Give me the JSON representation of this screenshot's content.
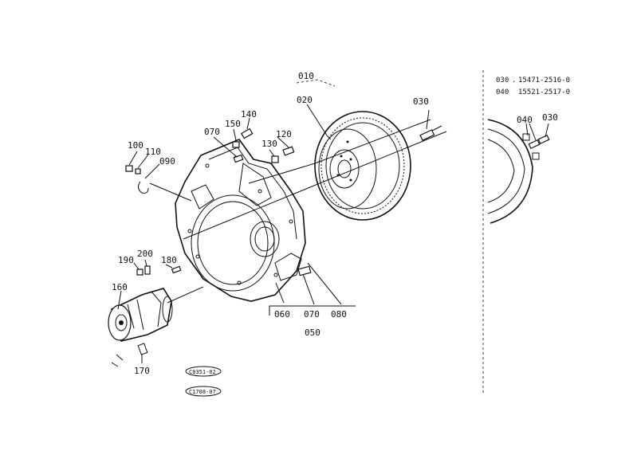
{
  "parts": {
    "p010": "010",
    "p020": "020",
    "p030": "030",
    "p050": "050",
    "p060": "060",
    "p070": "070",
    "p080": "080",
    "p090": "090",
    "p100": "100",
    "p110": "110",
    "p120": "120",
    "p130": "130",
    "p140": "140",
    "p150": "150",
    "p160": "160",
    "p170": "170",
    "p180": "180",
    "p190": "190",
    "p200": "200",
    "p040": "040"
  },
  "legend": {
    "row1_code": "030",
    "row1_sep": ".",
    "row1_part": "15471-2516-0",
    "row2_code": "040",
    "row2_part": "15521-2517-0"
  },
  "stamps": {
    "stamp1": "C0351-02",
    "stamp2": "C1708-07"
  }
}
